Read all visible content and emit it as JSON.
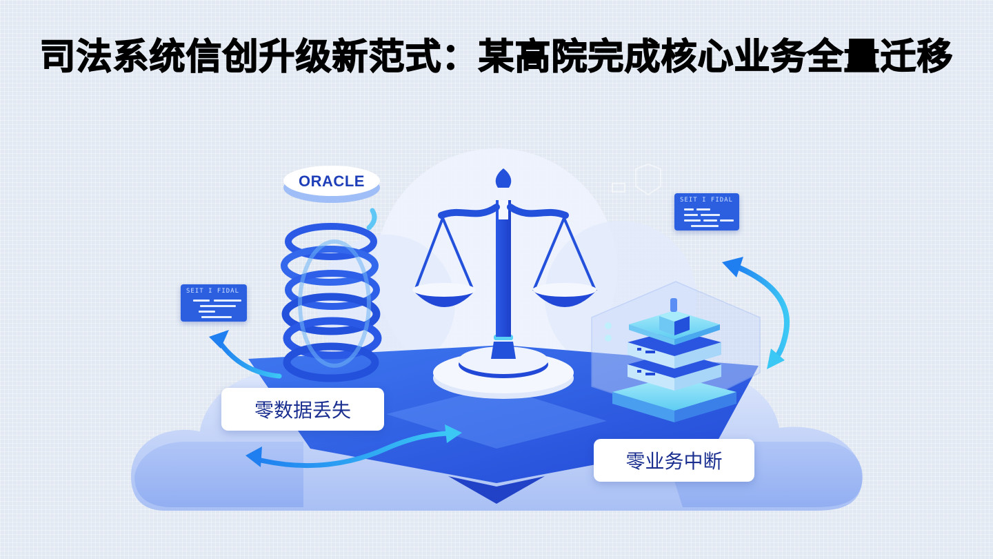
{
  "title": "司法系统信创升级新范式：某高院完成核心业务全量迁移",
  "illustration": {
    "oracle_logo_text": "ORACLE",
    "labels": {
      "left": "零数据丢失",
      "right": "零业务中断"
    },
    "code_cards": {
      "left_header": "SEIT I FIDAL",
      "right_header": "SEIT I FIDAL"
    },
    "icons": [
      "oracle-db-icon",
      "spring-coil-icon",
      "scales-of-justice-icon",
      "server-stack-icon",
      "cloud-icon",
      "sync-arrow-icon",
      "shield-icon"
    ]
  },
  "colors": {
    "background": "#e2e9f3",
    "primary_blue": "#2651e0",
    "light_blue": "#8fb0f5",
    "cyan": "#38c6f4",
    "label_text": "#1a2f8f",
    "title_text": "#000000"
  }
}
